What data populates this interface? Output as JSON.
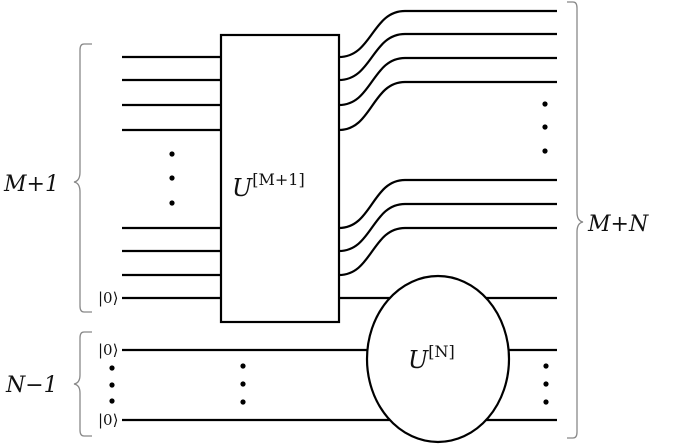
{
  "labels": {
    "group_top": "M+1",
    "group_bottom": "N−1",
    "group_right": "M+N",
    "gate_large_base": "U",
    "gate_large_sup": "[M+1]",
    "gate_small_base": "U",
    "gate_small_sup": "[N]",
    "ket_zero": "|0⟩"
  },
  "colors": {
    "wire": "#000000",
    "brace": "#888888",
    "background": "#ffffff"
  }
}
